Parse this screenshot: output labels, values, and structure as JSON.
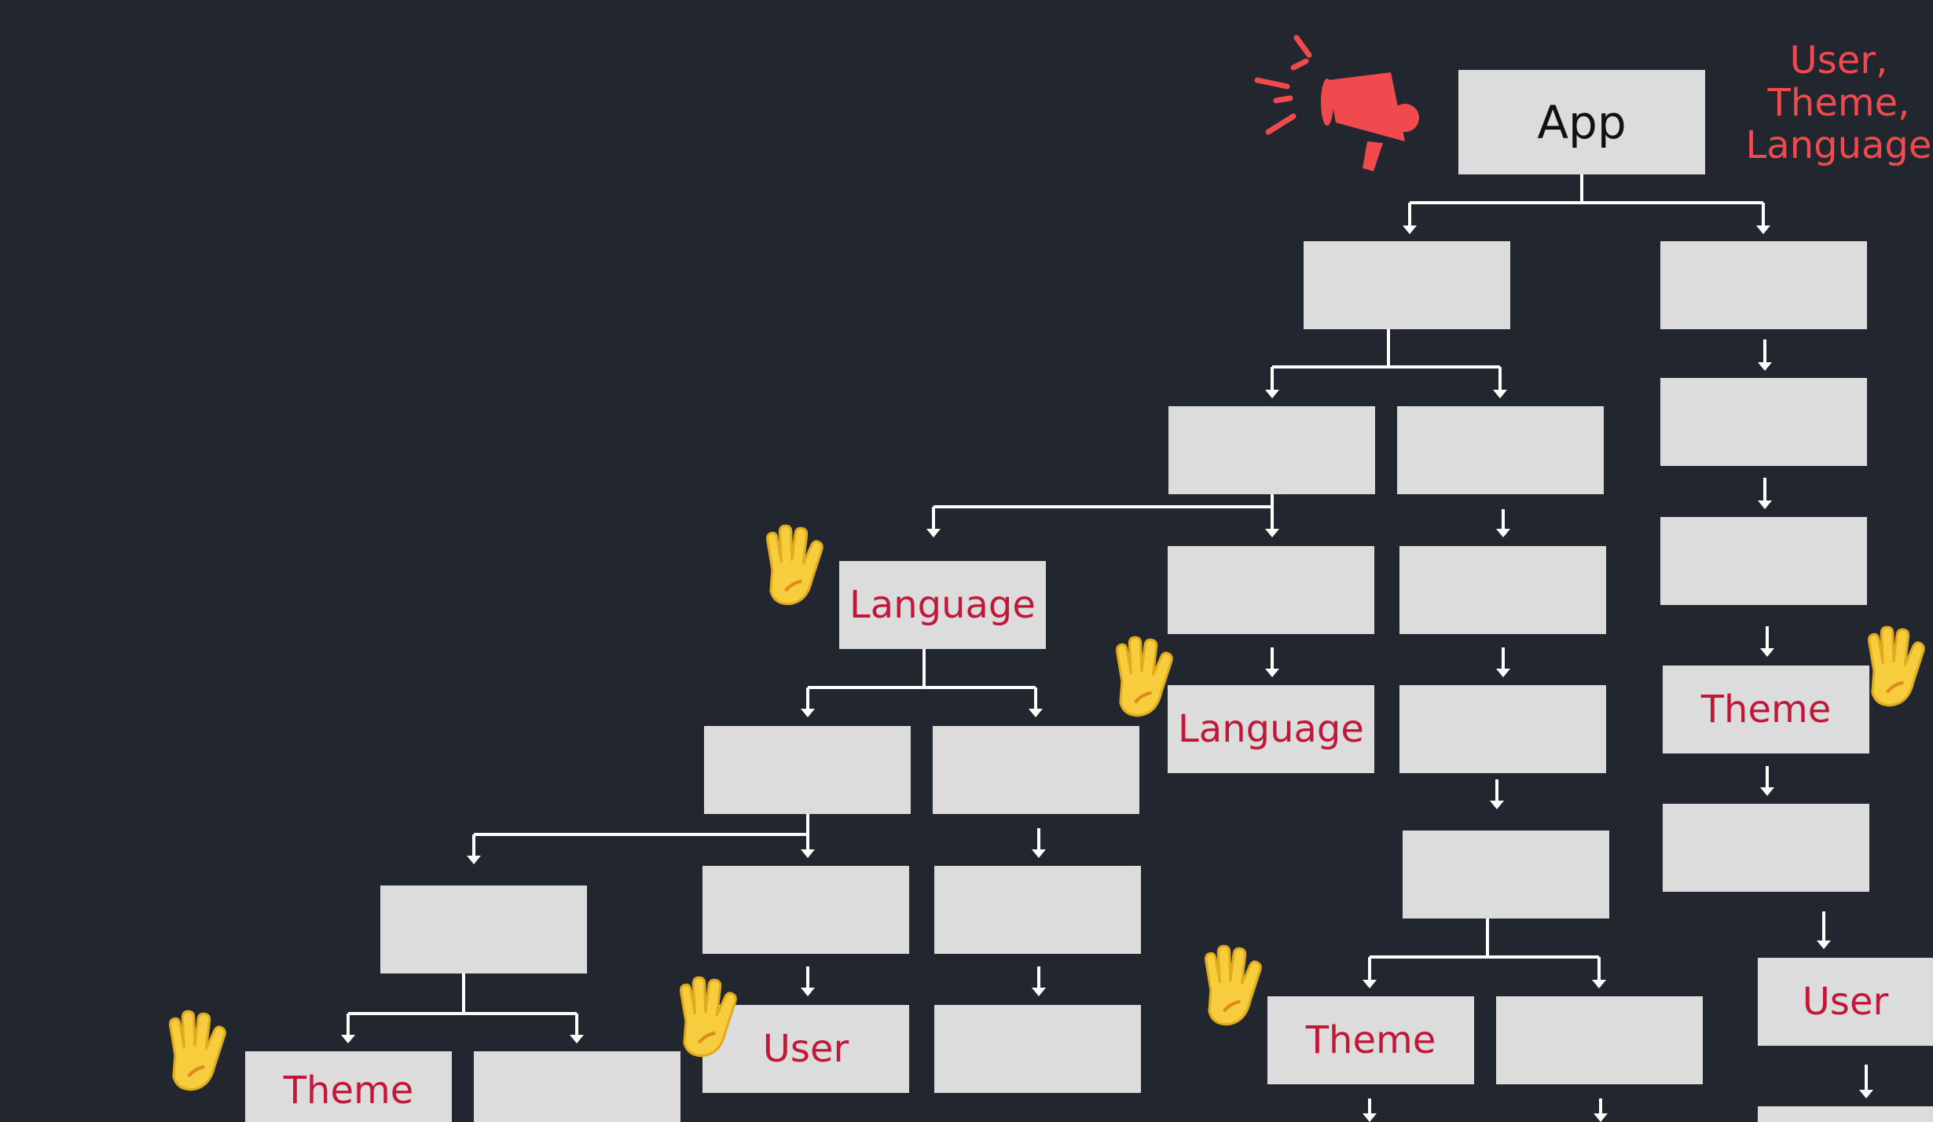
{
  "colors": {
    "background": "#22262e",
    "box": "#dcdcdc",
    "edge": "#ffffff",
    "consumer_label": "#c1183a",
    "provider_text": "#f04a4f",
    "megaphone": "#f04a4f",
    "hand": "#f7cd3d"
  },
  "root": {
    "label": "App"
  },
  "provided_values": "User,\nTheme,\nLanguage",
  "consumers": {
    "language_mid": "Language",
    "language_right": "Language",
    "theme_right": "Theme",
    "theme_center": "Theme",
    "theme_left": "Theme",
    "user_left": "User",
    "user_right": "User"
  },
  "icons": {
    "provider": "megaphone-icon",
    "consumer": "raised-hand-icon"
  }
}
